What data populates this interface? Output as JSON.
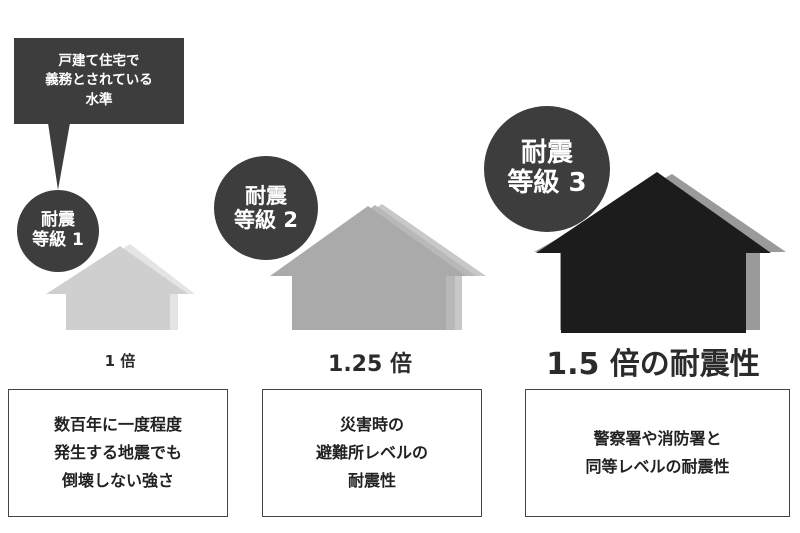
{
  "callout": {
    "lines": [
      "戸建て住宅で",
      "義務とされている",
      "水準"
    ]
  },
  "levels": [
    {
      "badge_line1": "耐震",
      "badge_line2": "等級 1",
      "multiplier": "1 倍",
      "description": [
        "数百年に一度程度",
        "発生する地震でも",
        "倒壊しない強さ"
      ],
      "house_color": "#cfcfcf",
      "shadow_color": "#e4e4e4"
    },
    {
      "badge_line1": "耐震",
      "badge_line2": "等級 2",
      "multiplier": "1.25 倍",
      "description": [
        "災害時の",
        "避難所レベルの",
        "耐震性"
      ],
      "house_color": "#aaaaaa",
      "shadow_color": "#c8c8c8"
    },
    {
      "badge_line1": "耐震",
      "badge_line2": "等級 3",
      "multiplier": "1.5 倍の耐震性",
      "description": [
        "警察署や消防署と",
        "同等レベルの耐震性"
      ],
      "house_color": "#1c1c1c",
      "shadow_color": "#9a9a9a"
    }
  ],
  "badge_color": "#3d3d3d"
}
